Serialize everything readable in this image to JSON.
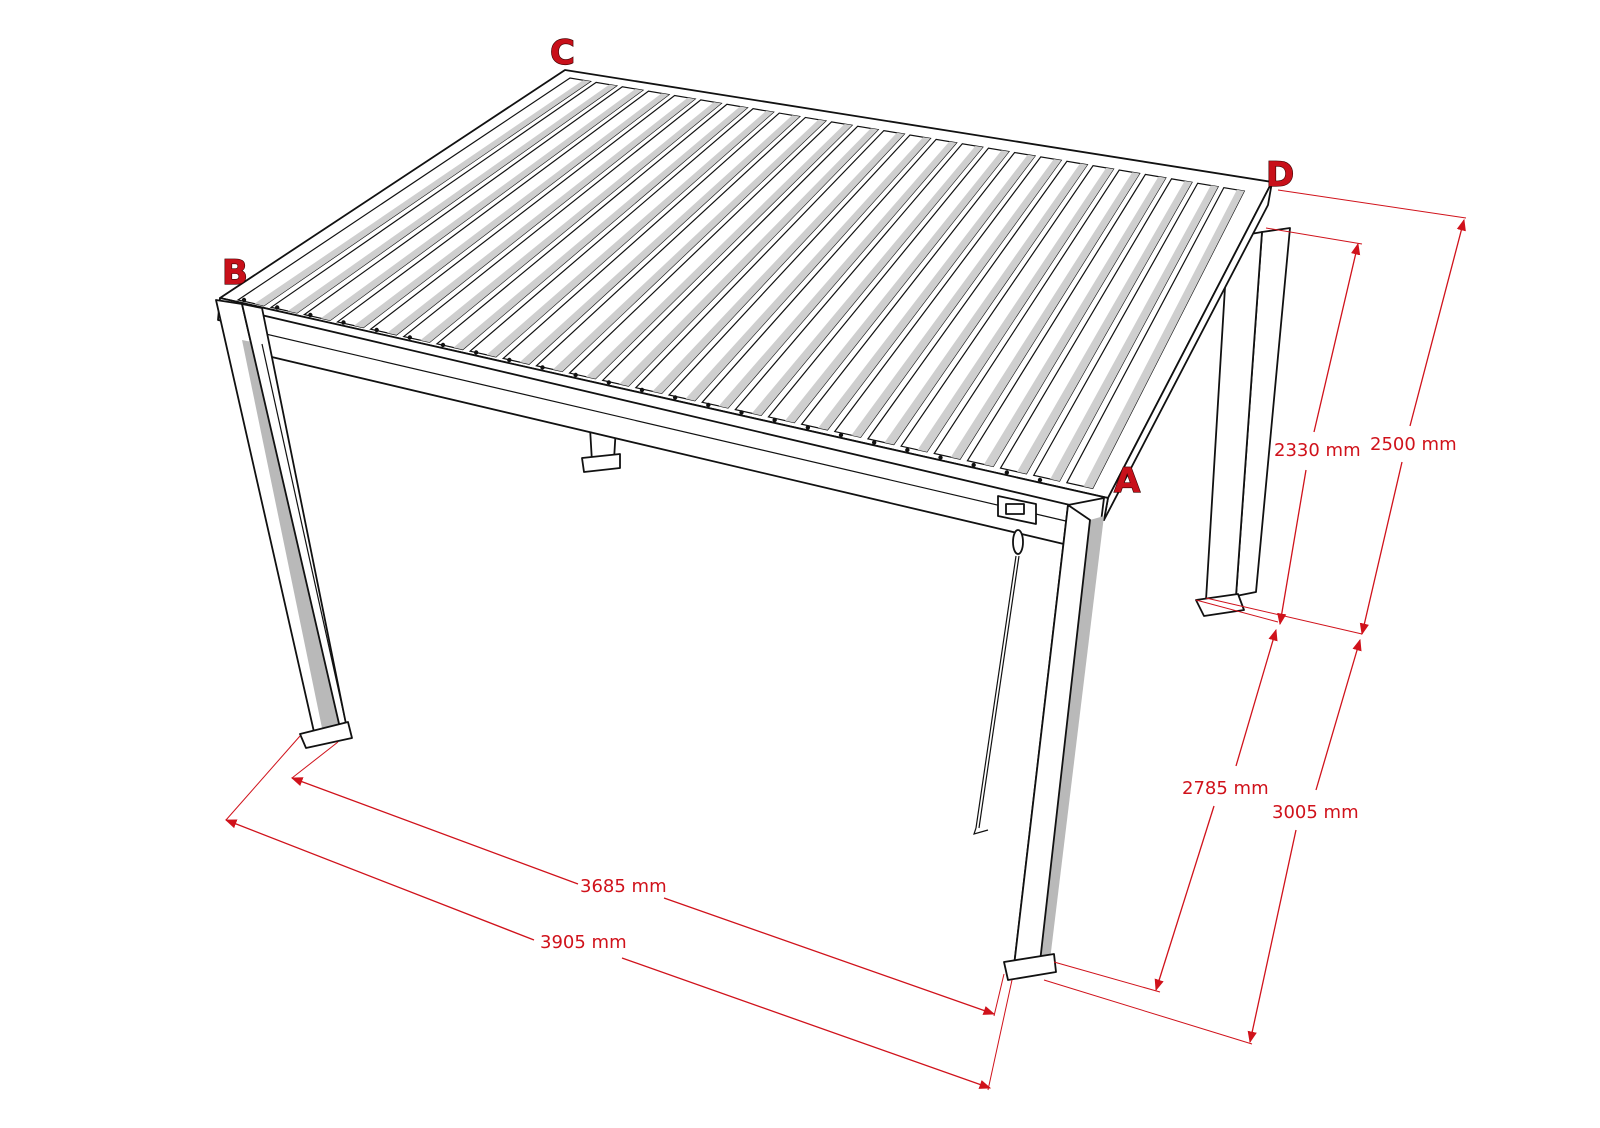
{
  "corners": {
    "a": "A",
    "b": "B",
    "c": "C",
    "d": "D"
  },
  "dimensions": {
    "inner_length": "3685 mm",
    "outer_length": "3905 mm",
    "inner_width": "2785 mm",
    "outer_width": "3005 mm",
    "inner_height": "2330 mm",
    "outer_height": "2500 mm"
  },
  "colors": {
    "dimension": "#d0121b",
    "corner_label": "#c8101a",
    "line": "#111111"
  }
}
